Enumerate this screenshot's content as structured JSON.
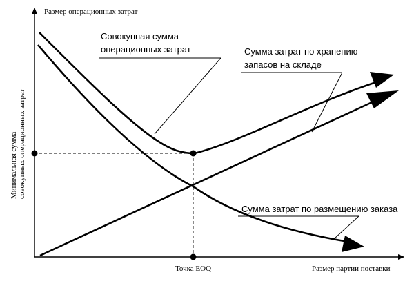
{
  "axes": {
    "y_title": "Размер операционных затрат",
    "x_title": "Размер партии поставки",
    "y_side_label_line1": "Минимальная сумма",
    "y_side_label_line2": "совокупных операционных затрат",
    "x_point_label": "Точка EOQ"
  },
  "callouts": {
    "total_line1": "Совокупная сумма",
    "total_line2": "операционных затрат",
    "holding_line1": "Сумма затрат по хранению",
    "holding_line2": "запасов на складе",
    "ordering_line1": "Сумма затрат по размещению заказа"
  },
  "colors": {
    "ink": "#000000",
    "background": "#ffffff"
  }
}
